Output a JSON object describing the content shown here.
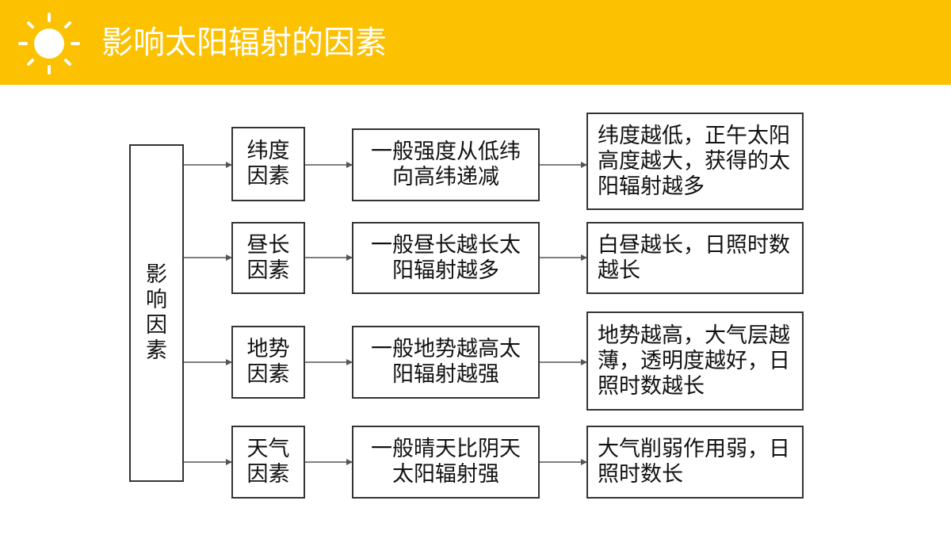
{
  "title": "影响太阳辐射的因素",
  "root": "影响因素",
  "rows": [
    {
      "factor": "纬度因素",
      "rule": "一般强度从低纬向高纬递减",
      "detail": "纬度越低，正午太阳高度越大，获得的太阳辐射越多"
    },
    {
      "factor": "昼长因素",
      "rule": "一般昼长越长太阳辐射越多",
      "detail": "白昼越长，日照时数越长"
    },
    {
      "factor": "地势因素",
      "rule": "一般地势越高太阳辐射越强",
      "detail": "地势越高，大气层越薄，透明度越好，日照时数越长"
    },
    {
      "factor": "天气因素",
      "rule": "一般晴天比阴天太阳辐射强",
      "detail": "大气削弱作用弱，日照时数长"
    }
  ],
  "colors": {
    "header": "#fcc100",
    "title": "#ffffff",
    "border": "#333333"
  },
  "icons": {
    "header": "sun-icon"
  }
}
